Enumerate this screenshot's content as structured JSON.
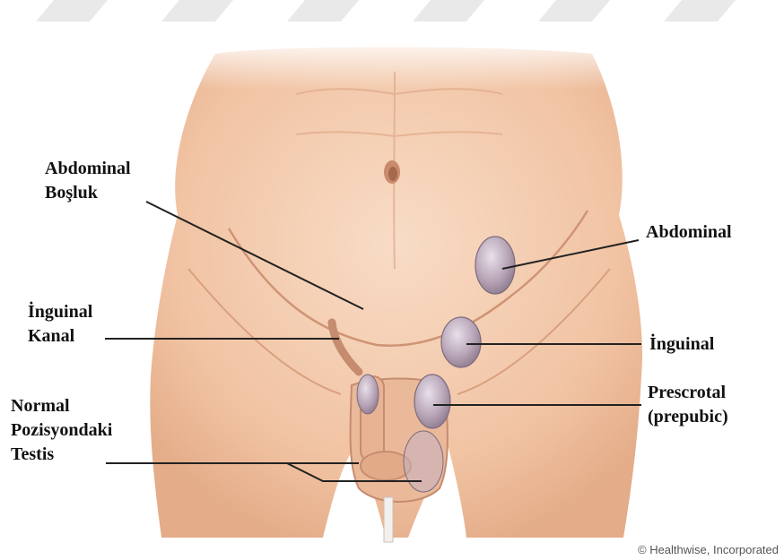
{
  "labels": {
    "abdominal_cavity": [
      "Abdominal",
      "Boşluk"
    ],
    "inguinal_canal": [
      "İnguinal",
      "Kanal"
    ],
    "normal_testis": [
      "Normal",
      "Pozisyondaki",
      "Testis"
    ],
    "abdominal": "Abdominal",
    "inguinal": "İnguinal",
    "prescrotal": [
      "Prescrotal",
      "(prepubic)"
    ]
  },
  "credit": "© Healthwise, Incorporated",
  "colors": {
    "skin": "#f4cdb0",
    "skin_shadow": "#d9a07f",
    "testis": "#b9a6b8",
    "leader_line": "#222222"
  }
}
